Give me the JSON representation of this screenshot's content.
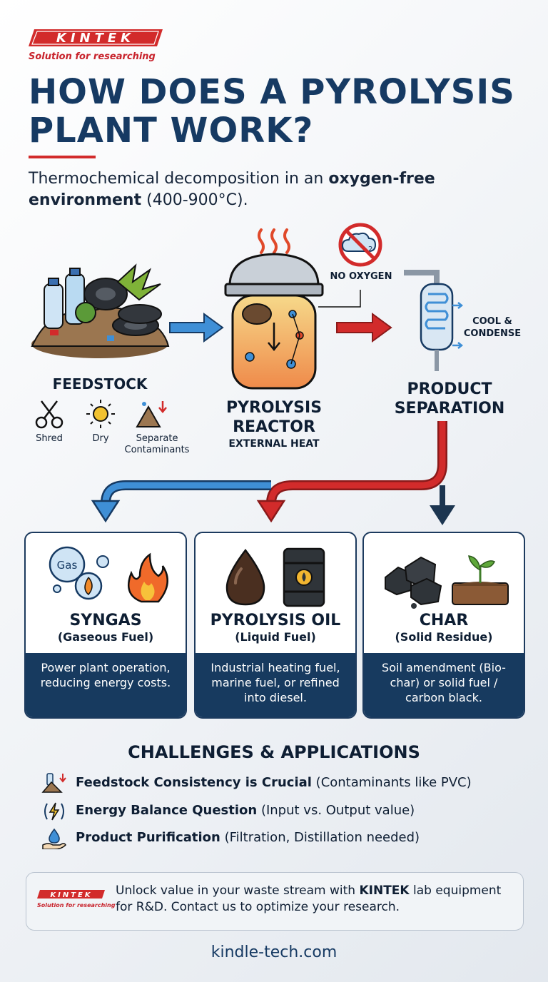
{
  "brand": {
    "logo_text": "KINTEK",
    "tagline": "Solution for researching",
    "colors": {
      "primary": "#163a63",
      "accent": "#d22b2b",
      "blue_arrow": "#3f8fd6",
      "navy": "#173a5f"
    }
  },
  "header": {
    "title_line1": "HOW DOES A PYROLYSIS",
    "title_line2": "PLANT WORK?",
    "subtitle_pre": "Thermochemical decomposition in an ",
    "subtitle_bold": "oxygen-free environment",
    "subtitle_post": " (400-900°C)."
  },
  "process": {
    "feedstock": {
      "label": "FEEDSTOCK",
      "steps": [
        {
          "label": "Shred",
          "icon": "scissors-icon"
        },
        {
          "label": "Dry",
          "icon": "sun-icon"
        },
        {
          "label": "Separate Contaminants",
          "icon": "sorting-icon"
        }
      ]
    },
    "reactor": {
      "label_line1": "PYROLYSIS",
      "label_line2": "REACTOR",
      "sub": "EXTERNAL HEAT"
    },
    "no_oxygen": {
      "label": "NO OXYGEN",
      "icon_text": "2"
    },
    "condenser": {
      "label_line1": "COOL &",
      "label_line2": "CONDENSE"
    },
    "separation": {
      "label_line1": "PRODUCT",
      "label_line2": "SEPARATION"
    }
  },
  "products": [
    {
      "name": "SYNGAS",
      "sub": "(Gaseous Fuel)",
      "desc": "Power plant operation, reducing energy costs.",
      "bubble_text": "Gas"
    },
    {
      "name": "PYROLYSIS OIL",
      "sub": "(Liquid Fuel)",
      "desc": "Industrial heating fuel, marine fuel, or refined into diesel."
    },
    {
      "name": "CHAR",
      "sub": "(Solid Residue)",
      "desc": "Soil amendment (Bio-char) or solid fuel / carbon black."
    }
  ],
  "challenges": {
    "title": "CHALLENGES & APPLICATIONS",
    "items": [
      {
        "bold": "Feedstock Consistency is Crucial",
        "rest": " (Contaminants like PVC)",
        "icon": "bottle-pile-icon"
      },
      {
        "bold": "Energy Balance Question",
        "rest": " (Input vs. Output value)",
        "icon": "energy-icon"
      },
      {
        "bold": "Product Purification",
        "rest": " (Filtration, Distillation needed)",
        "icon": "droplet-hand-icon"
      }
    ]
  },
  "cta": {
    "pre": "Unlock value in your waste stream with ",
    "bold": "KINTEK",
    "post": " lab equipment for R&D. Contact us to optimize your research."
  },
  "footer": {
    "url": "kindle-tech.com"
  }
}
